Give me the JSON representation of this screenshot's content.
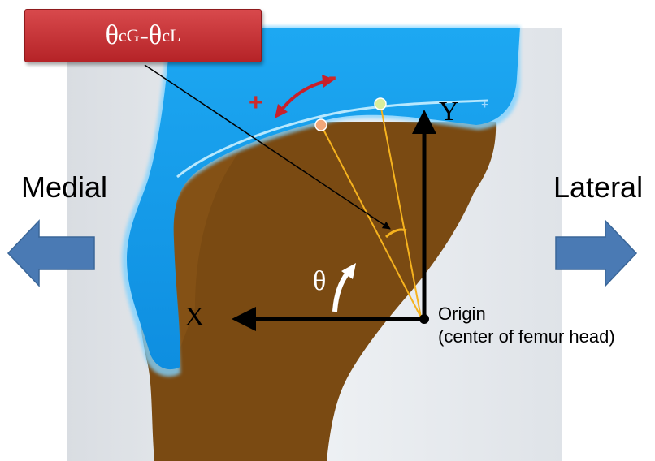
{
  "title_box": {
    "theta1": "θ",
    "sub1": "cG",
    "dash": "-",
    "theta2": "θ",
    "sub2": "cL"
  },
  "labels": {
    "medial": "Medial",
    "lateral": "Lateral",
    "origin_line1": "Origin",
    "origin_line2": "(center of femur head)",
    "x_axis": "X",
    "y_axis": "Y",
    "theta": "θ",
    "plus": "+",
    "minus": "-"
  },
  "colors": {
    "cartilage": "#1aa6ee",
    "bone": "#7a4a12",
    "background": "#e9edf1",
    "title_box": "#c6303a",
    "direction_arrow": "#4a7ab4",
    "angle_lines": "#f5b21e",
    "rotation_arrow": "#c8202a",
    "marker_orange": "#f2a77a",
    "marker_green": "#d9ee9c"
  },
  "icons": {
    "medial_arrow": "left-arrow-icon",
    "lateral_arrow": "right-arrow-icon",
    "rotation": "curved-double-arrow-icon",
    "theta_direction": "curved-arrow-icon"
  }
}
